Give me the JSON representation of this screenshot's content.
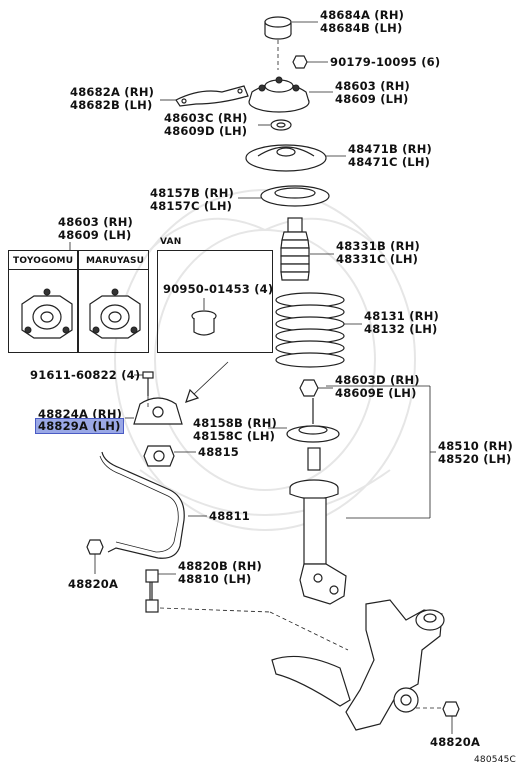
{
  "labels": {
    "l48684": [
      "48684A (RH)",
      "48684B (LH)"
    ],
    "l90179": "90179-10095 (6)",
    "l48682": [
      "48682A (RH)",
      "48682B (LH)"
    ],
    "l48603_top": [
      "48603 (RH)",
      "48609 (LH)"
    ],
    "l48603c": [
      "48603C (RH)",
      "48609D (LH)"
    ],
    "l48471": [
      "48471B (RH)",
      "48471C (LH)"
    ],
    "l48157": [
      "48157B (RH)",
      "48157C (LH)"
    ],
    "l48603_box": [
      "48603 (RH)",
      "48609 (LH)"
    ],
    "l48331": [
      "48331B (RH)",
      "48331C (LH)"
    ],
    "l90950": "90950-01453 (4)",
    "l48131": [
      "48131 (RH)",
      "48132 (LH)"
    ],
    "l91611": "91611-60822 (4)",
    "l48603d": [
      "48603D (RH)",
      "48609E (LH)"
    ],
    "l48824": [
      "48824A (RH)",
      "48829A (LH)"
    ],
    "l48158": [
      "48158B (RH)",
      "48158C (LH)"
    ],
    "l48510": [
      "48510 (RH)",
      "48520 (LH)"
    ],
    "l48815": "48815",
    "l48811": "48811",
    "l48820b": [
      "48820B (RH)",
      "48810 (LH)"
    ],
    "l48820a_left": "48820A",
    "l48820a_right": "48820A",
    "catalog_no": "480545C"
  },
  "boxes": {
    "toyogomu": "TOYOGOMU",
    "maruyasu": "MARUYASU",
    "van": "VAN"
  },
  "colors": {
    "highlight": "#9aa8e6",
    "line": "#222222",
    "watermark": "#e6e6e6"
  }
}
